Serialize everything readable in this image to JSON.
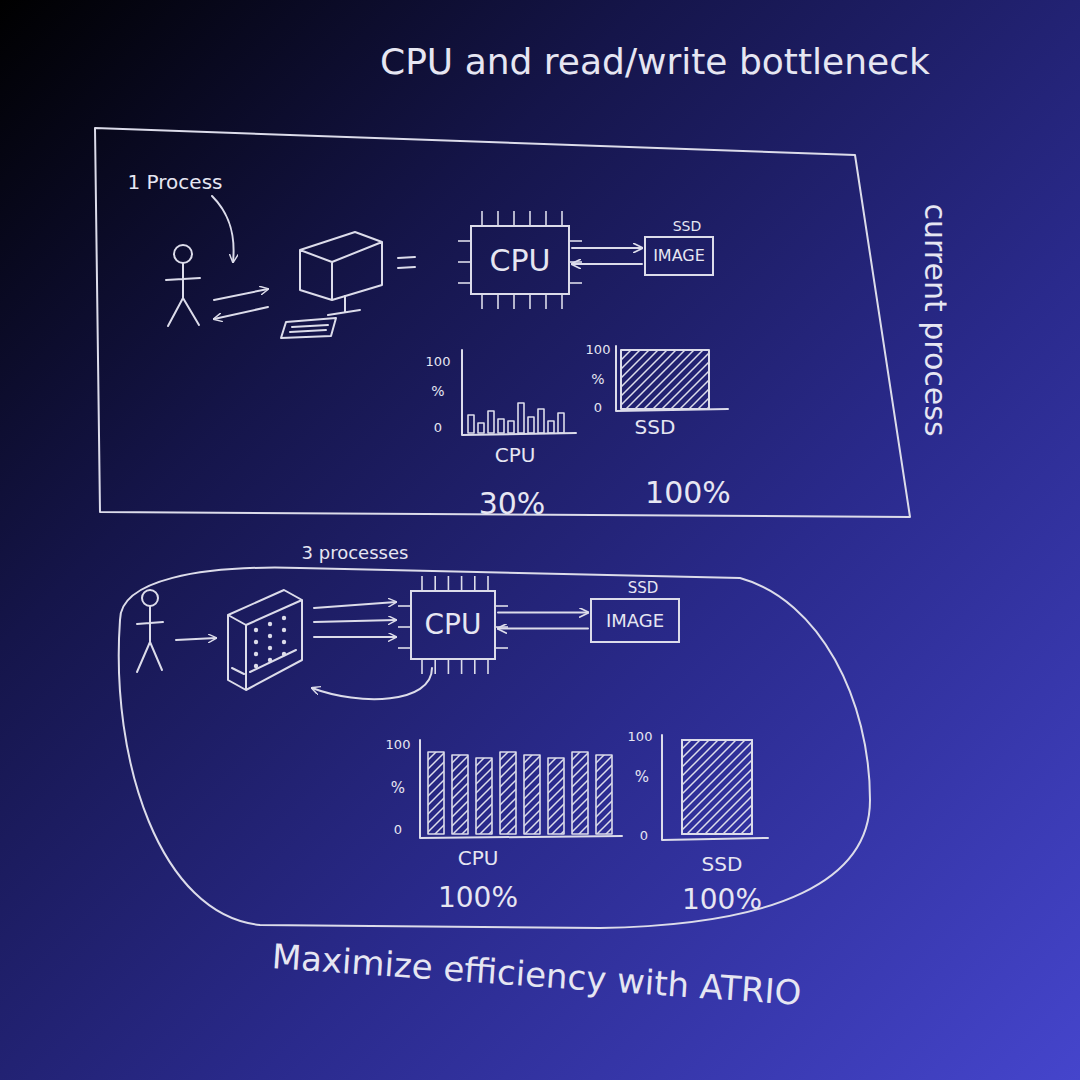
{
  "diagram": {
    "title": "CPU and read/write bottleneck",
    "caption": "Maximize efficiency with ATRIO",
    "nodes": [
      {
        "text": [
          "current process"
        ]
      },
      {
        "text": [
          "CPU"
        ],
        "in": 0
      },
      {
        "text": [
          "SSD",
          "IMAGE"
        ],
        "in": 0
      },
      {
        "text": [
          "3 processes"
        ]
      },
      {
        "text": [
          "CPU"
        ],
        "in": 3
      },
      {
        "text": [
          "SSD",
          "IMAGE"
        ],
        "in": 3
      }
    ],
    "edges": [
      {
        "from": 1,
        "to": 2,
        "arrow": "to"
      },
      {
        "from": 2,
        "to": 1,
        "arrow": "to"
      },
      {
        "from": 4,
        "to": 5,
        "arrow": "to"
      },
      {
        "from": 5,
        "to": 4,
        "arrow": "to"
      }
    ],
    "labels": [
      "1 Process",
      "100",
      "%",
      "0",
      "CPU",
      "100",
      "%",
      "0",
      "SSD",
      "30%",
      "100%",
      "100",
      "%",
      "0",
      "CPU",
      "100",
      "%",
      "0",
      "SSD",
      "100%",
      "100%"
    ]
  }
}
